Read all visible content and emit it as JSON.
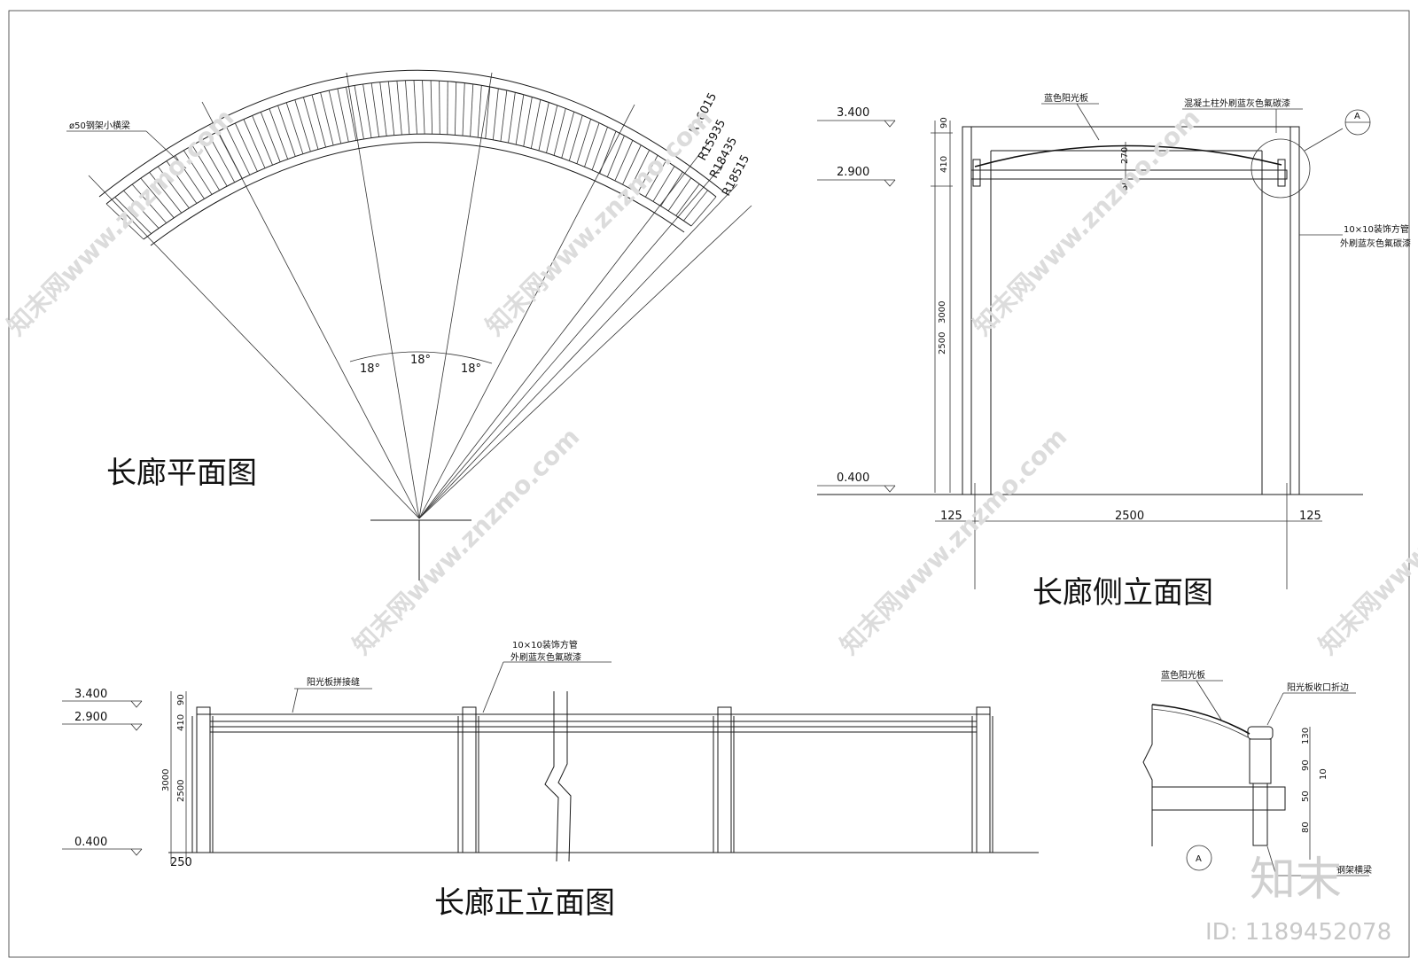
{
  "plan": {
    "title": "长廊平面图",
    "beam_label": "ø50钢架小横梁",
    "radii": [
      "R16015",
      "R15935",
      "R18435",
      "R18515"
    ],
    "angles": [
      "18°",
      "18°",
      "18°"
    ]
  },
  "side": {
    "title": "长廊侧立面图",
    "levels": [
      "3.400",
      "2.900",
      "0.400"
    ],
    "dims_v": [
      "90",
      "410",
      "3000",
      "2500"
    ],
    "dims_inner": [
      "270",
      "50"
    ],
    "dims_h": [
      "125",
      "2500",
      "125"
    ],
    "label_panel": "蓝色阳光板",
    "label_coat": "混凝土柱外刷蓝灰色氟碳漆",
    "label_tube_1": "10×10装饰方管",
    "label_tube_2": "外刷蓝灰色氟碳漆",
    "detail_marker": "A"
  },
  "front": {
    "title": "长廊正立面图",
    "levels": [
      "3.400",
      "2.900",
      "0.400"
    ],
    "dims_v": [
      "90",
      "410",
      "3000",
      "2500"
    ],
    "dim_bottom": "250",
    "label_seam": "阳光板拼接缝",
    "label_tube_1": "10×10装饰方管",
    "label_tube_2": "外刷蓝灰色氟碳漆"
  },
  "detail": {
    "marker": "A",
    "label_panel": "蓝色阳光板",
    "label_edge": "阳光板收口折边",
    "label_beam": "钢架横梁",
    "dims": [
      "130",
      "90",
      "10",
      "50",
      "80"
    ]
  },
  "watermark": {
    "text": "知末网www.znzmo.com",
    "logo": "知末",
    "id": "ID: 1189452078"
  }
}
